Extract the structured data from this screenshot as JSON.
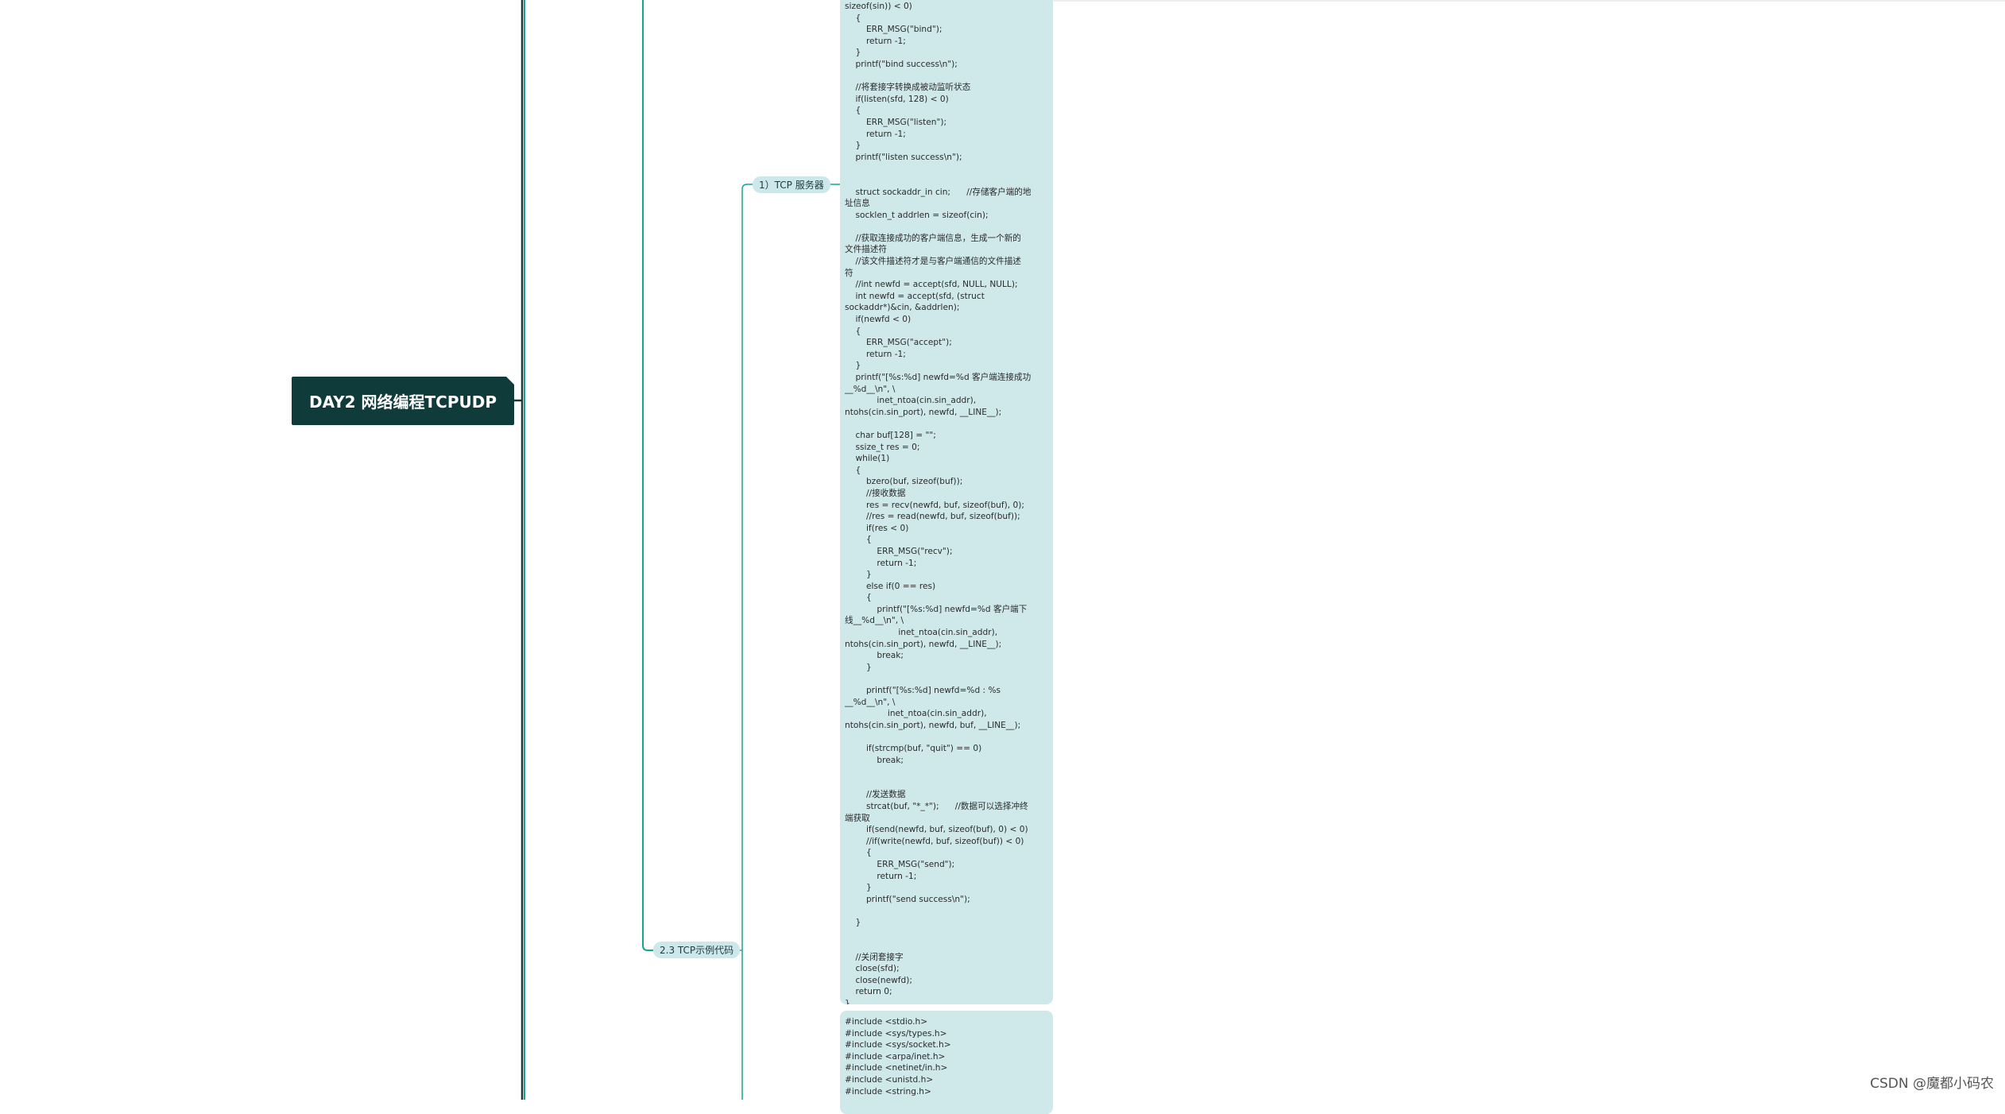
{
  "root": {
    "label": "DAY2 网络编程TCPUDP"
  },
  "branches": {
    "tcp_example": {
      "label": "2.3 TCP示例代码"
    },
    "tcp_server": {
      "label": "1）TCP 服务器"
    }
  },
  "code_blocks": {
    "server": [
      "sizeof(sin)) < 0)",
      "    {",
      "        ERR_MSG(\"bind\");",
      "        return -1;",
      "    }",
      "    printf(\"bind success\\n\");",
      "",
      "    //将套接字转换成被动监听状态",
      "    if(listen(sfd, 128) < 0)",
      "    {",
      "        ERR_MSG(\"listen\");",
      "        return -1;",
      "    }",
      "    printf(\"listen success\\n\");",
      "",
      "",
      "    struct sockaddr_in cin;      //存储客户端的地",
      "址信息",
      "    socklen_t addrlen = sizeof(cin);",
      "",
      "    //获取连接成功的客户端信息，生成一个新的",
      "文件描述符",
      "    //该文件描述符才是与客户端通信的文件描述",
      "符",
      "    //int newfd = accept(sfd, NULL, NULL);",
      "    int newfd = accept(sfd, (struct",
      "sockaddr*)&cin, &addrlen);",
      "    if(newfd < 0)",
      "    {",
      "        ERR_MSG(\"accept\");",
      "        return -1;",
      "    }",
      "    printf(\"[%s:%d] newfd=%d 客户端连接成功",
      "__%d__\\n\", \\",
      "            inet_ntoa(cin.sin_addr),",
      "ntohs(cin.sin_port), newfd, __LINE__);",
      "",
      "    char buf[128] = \"\";",
      "    ssize_t res = 0;",
      "    while(1)",
      "    {",
      "        bzero(buf, sizeof(buf));",
      "        //接收数据",
      "        res = recv(newfd, buf, sizeof(buf), 0);",
      "        //res = read(newfd, buf, sizeof(buf));",
      "        if(res < 0)",
      "        {",
      "            ERR_MSG(\"recv\");",
      "            return -1;",
      "        }",
      "        else if(0 == res)",
      "        {",
      "            printf(\"[%s:%d] newfd=%d 客户端下",
      "线__%d__\\n\", \\",
      "                    inet_ntoa(cin.sin_addr),",
      "ntohs(cin.sin_port), newfd, __LINE__);",
      "            break;",
      "        }",
      "",
      "        printf(\"[%s:%d] newfd=%d : %s",
      "__%d__\\n\", \\",
      "                inet_ntoa(cin.sin_addr),",
      "ntohs(cin.sin_port), newfd, buf, __LINE__);",
      "",
      "        if(strcmp(buf, \"quit\") == 0)",
      "            break;",
      "",
      "",
      "        //发送数据",
      "        strcat(buf, \"*_*\");      //数据可以选择冲终",
      "端获取",
      "        if(send(newfd, buf, sizeof(buf), 0) < 0)",
      "        //if(write(newfd, buf, sizeof(buf)) < 0)",
      "        {",
      "            ERR_MSG(\"send\");",
      "            return -1;",
      "        }",
      "        printf(\"send success\\n\");",
      "",
      "    }",
      "",
      "",
      "    //关闭套接字",
      "    close(sfd);",
      "    close(newfd);",
      "    return 0;",
      "}"
    ],
    "client": [
      "#include <stdio.h>",
      "#include <sys/types.h>",
      "#include <sys/socket.h>",
      "#include <arpa/inet.h>",
      "#include <netinet/in.h>",
      "#include <unistd.h>",
      "#include <string.h>"
    ]
  },
  "watermark": "CSDN @魔都小码农",
  "colors": {
    "root_bg": "#0f3b3b",
    "main_line": "#1d3a3a",
    "branch_line": "#1aa394",
    "code_bg": "#cfe9eb",
    "pill_bg": "#cde8ea"
  }
}
